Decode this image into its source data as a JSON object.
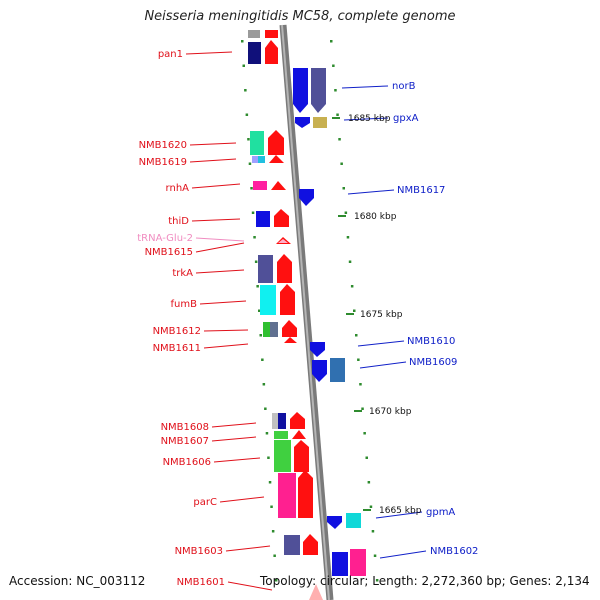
{
  "title": "Neisseria meningitidis MC58, complete genome",
  "footer": {
    "accession": "Accession: NC_003112",
    "summary": "Topology: circular; Length: 2,272,360 bp; Genes: 2,134"
  },
  "colors": {
    "backbone": "#8a8a8a",
    "tick": "#2e8b2e",
    "label_left": "#e0101a",
    "label_right": "#1020c8",
    "label_trna": "#f08cc0"
  },
  "kbp_labels": [
    "1685 kbp",
    "1680 kbp",
    "1675 kbp",
    "1670 kbp",
    "1665 kbp"
  ],
  "genes_left": [
    "pan1",
    "NMB1620",
    "NMB1619",
    "rnhA",
    "thiD",
    "tRNA-Glu-2",
    "NMB1615",
    "trkA",
    "fumB",
    "NMB1612",
    "NMB1611",
    "NMB1608",
    "NMB1607",
    "NMB1606",
    "parC",
    "NMB1603",
    "NMB1601"
  ],
  "genes_right": [
    "norB",
    "gpxA",
    "NMB1617",
    "NMB1610",
    "NMB1609",
    "gpmA",
    "NMB1602"
  ]
}
